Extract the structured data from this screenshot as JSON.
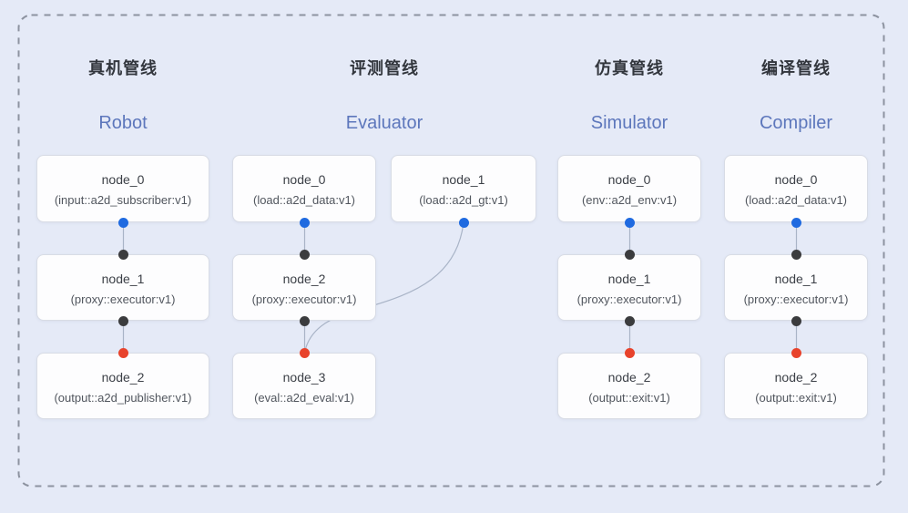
{
  "colors": {
    "canvas_bg": "#e5eaf7",
    "boundary_dash": "#8d93a0",
    "node_bg": "#fdfdfe",
    "node_border": "#d8dce5",
    "node_text": "#3c4047",
    "node_text2": "#51565e",
    "title_zh": "#32363d",
    "title_en": "#5d77bc",
    "edge": "#a9b4c7",
    "port_output": "#1f6ae0",
    "port_input": "#3b3c3e",
    "port_final": "#e8432c"
  },
  "pipelines": [
    {
      "title_zh": "真机管线",
      "title_en": "Robot",
      "nodes": [
        {
          "name": "node_0",
          "impl": "(input::a2d_subscriber:v1)"
        },
        {
          "name": "node_1",
          "impl": "(proxy::executor:v1)"
        },
        {
          "name": "node_2",
          "impl": "(output::a2d_publisher:v1)"
        }
      ]
    },
    {
      "title_zh": "评测管线",
      "title_en": "Evaluator",
      "nodes": [
        {
          "name": "node_0",
          "impl": "(load::a2d_data:v1)"
        },
        {
          "name": "node_1",
          "impl": "(load::a2d_gt:v1)"
        },
        {
          "name": "node_2",
          "impl": "(proxy::executor:v1)"
        },
        {
          "name": "node_3",
          "impl": "(eval::a2d_eval:v1)"
        }
      ]
    },
    {
      "title_zh": "仿真管线",
      "title_en": "Simulator",
      "nodes": [
        {
          "name": "node_0",
          "impl": "(env::a2d_env:v1)"
        },
        {
          "name": "node_1",
          "impl": "(proxy::executor:v1)"
        },
        {
          "name": "node_2",
          "impl": "(output::exit:v1)"
        }
      ]
    },
    {
      "title_zh": "编译管线",
      "title_en": "Compiler",
      "nodes": [
        {
          "name": "node_0",
          "impl": "(load::a2d_data:v1)"
        },
        {
          "name": "node_1",
          "impl": "(proxy::executor:v1)"
        },
        {
          "name": "node_2",
          "impl": "(output::exit:v1)"
        }
      ]
    }
  ],
  "connections": [
    {
      "pipeline": "Robot",
      "from": "node_0",
      "to": "node_1"
    },
    {
      "pipeline": "Robot",
      "from": "node_1",
      "to": "node_2"
    },
    {
      "pipeline": "Evaluator",
      "from": "node_0",
      "to": "node_2"
    },
    {
      "pipeline": "Evaluator",
      "from": "node_2",
      "to": "node_3"
    },
    {
      "pipeline": "Evaluator",
      "from": "node_1",
      "to": "node_3"
    },
    {
      "pipeline": "Simulator",
      "from": "node_0",
      "to": "node_1"
    },
    {
      "pipeline": "Simulator",
      "from": "node_1",
      "to": "node_2"
    },
    {
      "pipeline": "Compiler",
      "from": "node_0",
      "to": "node_1"
    },
    {
      "pipeline": "Compiler",
      "from": "node_1",
      "to": "node_2"
    }
  ]
}
